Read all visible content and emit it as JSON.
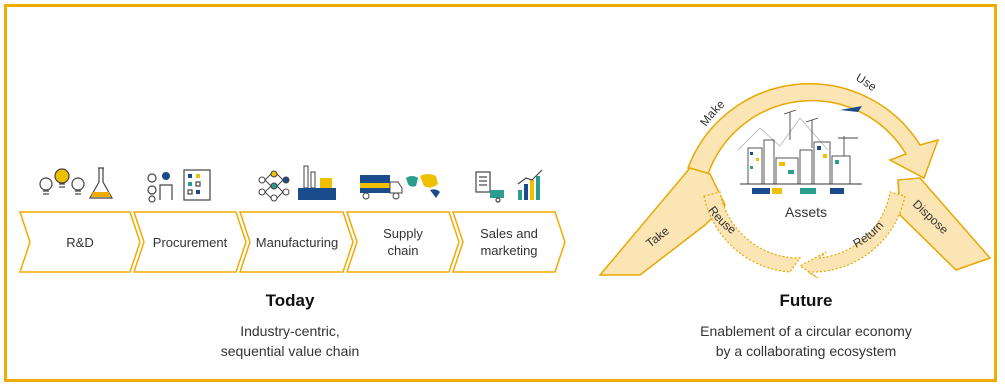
{
  "colors": {
    "border": "#f0ab00",
    "arrow_fill": "#fce5b4",
    "arrow_stroke": "#e8a800",
    "accent_blue": "#1a4b8c",
    "accent_teal": "#2a9d8f",
    "accent_yellow": "#f0c000"
  },
  "today": {
    "chain": [
      {
        "label": "R&D",
        "icon": "lightbulb-flask-icon"
      },
      {
        "label": "Procurement",
        "icon": "worker-building-icon"
      },
      {
        "label": "Manufacturing",
        "icon": "neural-factory-icon"
      },
      {
        "label": "Supply chain",
        "label_lines": [
          "Supply",
          "chain"
        ],
        "icon": "truck-map-icon"
      },
      {
        "label": "Sales and marketing",
        "label_lines": [
          "Sales and",
          "marketing"
        ],
        "icon": "document-chart-icon"
      }
    ],
    "title": "Today",
    "subtitle_lines": [
      "Industry-centric,",
      "sequential value chain"
    ]
  },
  "future": {
    "center_label": "Assets",
    "outer_labels": {
      "make": "Make",
      "use": "Use",
      "take": "Take",
      "dispose": "Dispose"
    },
    "inner_labels": {
      "reuse": "Reuse",
      "return": "Return"
    },
    "title": "Future",
    "subtitle_lines": [
      "Enablement of a circular economy",
      "by a collaborating ecosystem"
    ]
  }
}
